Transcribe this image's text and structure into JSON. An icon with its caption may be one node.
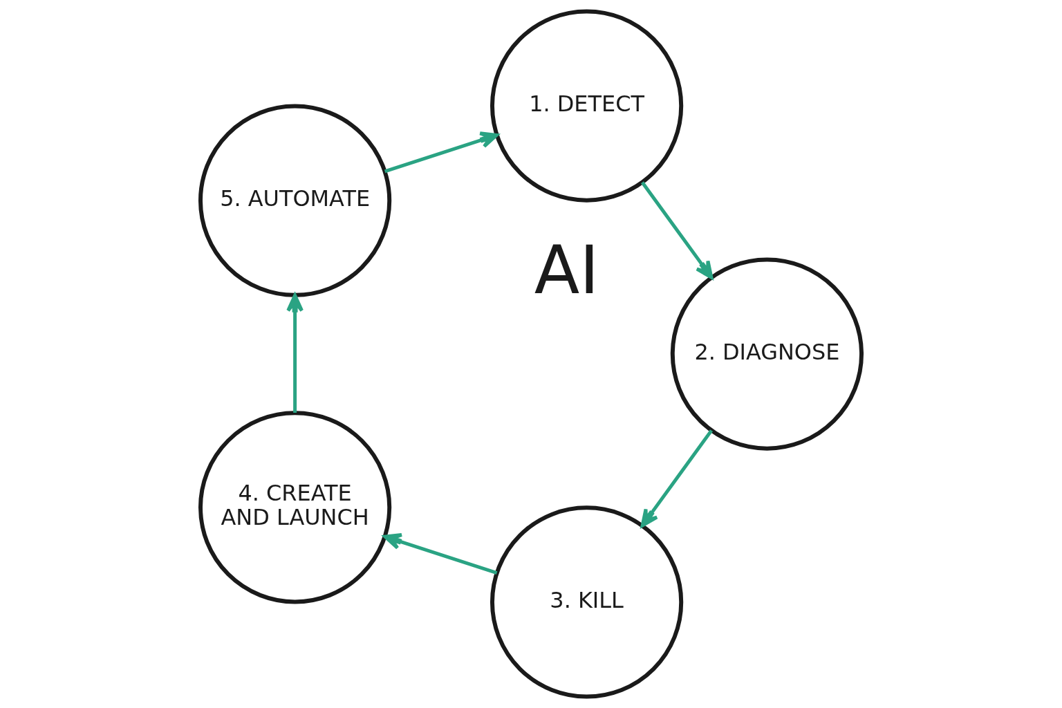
{
  "diagram": {
    "nodes": [
      {
        "text": [
          "1. DETECT"
        ]
      },
      {
        "text": [
          "2. DIAGNOSE"
        ]
      },
      {
        "text": [
          "3. KILL"
        ]
      },
      {
        "text": [
          "4. CREATE AND LAUNCH"
        ]
      },
      {
        "text": [
          "5. AUTOMATE"
        ]
      }
    ],
    "edges": [
      {
        "from": 0,
        "to": 1,
        "arrow": "to"
      },
      {
        "from": 1,
        "to": 2,
        "arrow": "to"
      },
      {
        "from": 2,
        "to": 3,
        "arrow": "to"
      },
      {
        "from": 3,
        "to": 4,
        "arrow": "to"
      },
      {
        "from": 4,
        "to": 0,
        "arrow": "to"
      }
    ],
    "labels": [
      "AI"
    ]
  }
}
